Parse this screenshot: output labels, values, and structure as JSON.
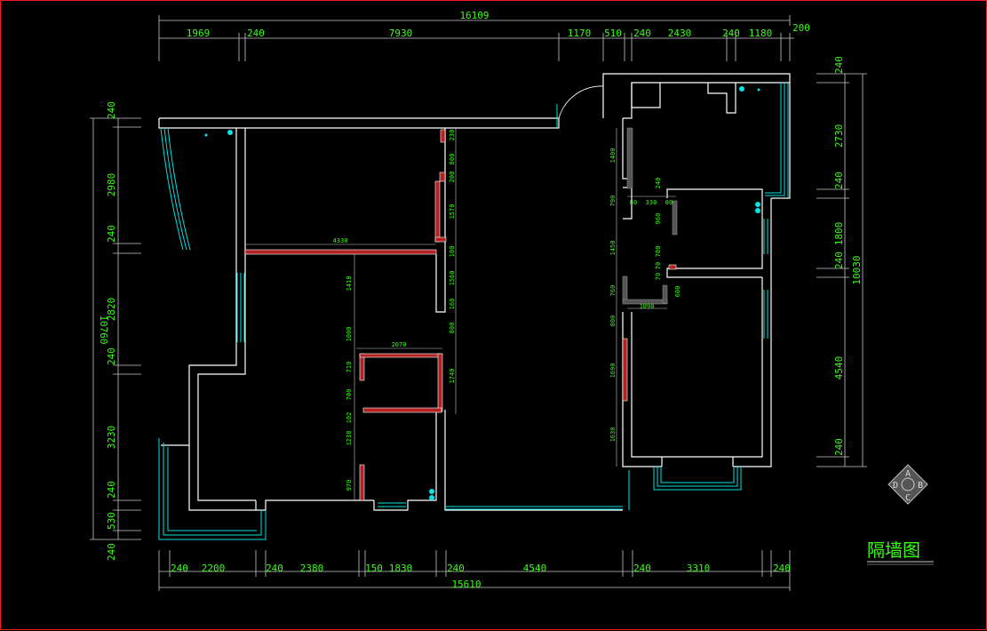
{
  "drawing": {
    "title": "隔墙图",
    "compass": [
      "A",
      "B",
      "C",
      "D"
    ],
    "colors": {
      "background": "#000000",
      "wall": "#ffffff",
      "partition": "#b22222",
      "window": "#00e5e5",
      "dimension_text": "#39ff14",
      "dimension_line": "#c8c8c8",
      "frame": "#ff1a1a"
    }
  },
  "dims": {
    "top": {
      "total": "16109",
      "segments": [
        "1969",
        "240",
        "7930",
        "1170",
        "510",
        "240",
        "2430",
        "240",
        "1180",
        "200"
      ]
    },
    "bottom": {
      "total": "15610",
      "segments": [
        "240",
        "2200",
        "240",
        "2380",
        "150",
        "1830",
        "240",
        "4540",
        "240",
        "3310",
        "240"
      ]
    },
    "left": {
      "total": "10760",
      "segments": [
        "240",
        "2980",
        "240",
        "2820",
        "240",
        "3230",
        "240",
        "530",
        "240"
      ]
    },
    "right": {
      "total": "10030",
      "segments": [
        "240",
        "2730",
        "240",
        "1800",
        "240",
        "4540",
        "240"
      ]
    },
    "interior": {
      "corridor_length": "4330",
      "storage_width": "2070",
      "bath_width": "1090",
      "c1": [
        "230",
        "800",
        "200",
        "1570",
        "100",
        "1560",
        "160",
        "800",
        "1740"
      ],
      "c2": [
        "1410",
        "1000",
        "710",
        "700",
        "102",
        "1238",
        "970"
      ],
      "c3": [
        "1400",
        "790",
        "1450",
        "760",
        "800",
        "1690",
        "1630"
      ],
      "c4": [
        "240",
        "80",
        "330",
        "80",
        "960",
        "700",
        "70",
        "70",
        "600"
      ]
    }
  }
}
